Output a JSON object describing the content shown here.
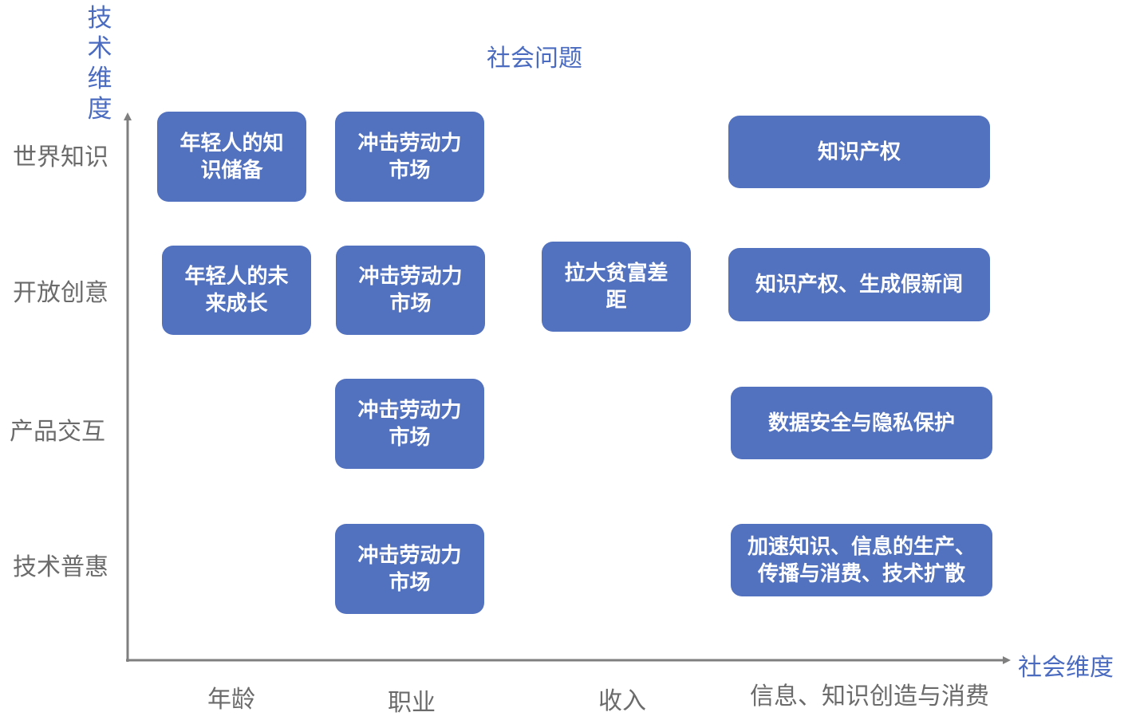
{
  "title": "社会问题",
  "y_axis": {
    "title_chars": [
      "技",
      "术",
      "维",
      "度"
    ],
    "levels": [
      "世界知识",
      "开放创意",
      "产品交互",
      "技术普惠"
    ]
  },
  "x_axis": {
    "title": "社会维度",
    "categories": [
      "年龄",
      "职业",
      "收入",
      "信息、知识创造与消费"
    ]
  },
  "boxes": [
    {
      "text": "年轻人的知识储备"
    },
    {
      "text": "冲击劳动力市场"
    },
    {
      "text": "知识产权"
    },
    {
      "text": "年轻人的未来成长"
    },
    {
      "text": "冲击劳动力市场"
    },
    {
      "text": "拉大贫富差距"
    },
    {
      "text": "知识产权、生成假新闻"
    },
    {
      "text": "冲击劳动力市场"
    },
    {
      "text": "数据安全与隐私保护"
    },
    {
      "text": "冲击劳动力市场"
    },
    {
      "text": "加速知识、信息的生产、传播与消费、技术扩散"
    }
  ],
  "colors": {
    "box_fill": "#5272BF",
    "title_text": "#4A6BC0",
    "label_text": "#6B6B6B",
    "axis": "#7F7F7F"
  }
}
